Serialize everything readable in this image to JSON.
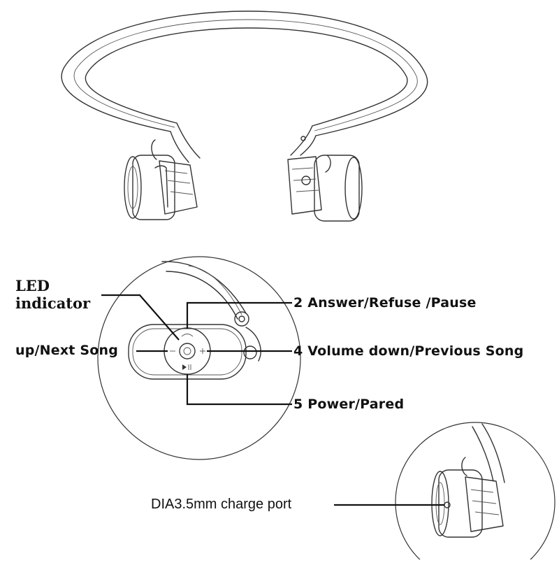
{
  "labels": {
    "led_line1": "LED",
    "led_line2": "indicator",
    "answer": "2 Answer/Refuse /Pause",
    "next_song": "up/Next Song",
    "volume_down": "4 Volume down/Previous Song",
    "power": "5 Power/Pared",
    "charge_port": "DIA3.5mm charge port"
  },
  "button_icons": [
    "phone-icon",
    "minus-icon",
    "plus-icon",
    "play-pause-icon"
  ],
  "colors": {
    "line": "#333333",
    "text": "#111111",
    "background": "#ffffff"
  }
}
